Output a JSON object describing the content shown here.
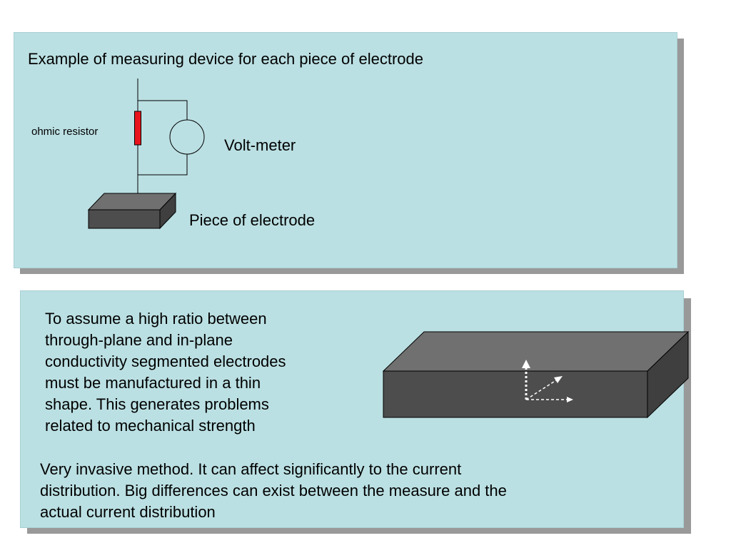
{
  "panel_top": {
    "title": "Example of measuring device for each piece of electrode",
    "resistor_label": "ohmic resistor",
    "voltmeter_label": "Volt-meter",
    "electrode_label": "Piece of electrode"
  },
  "panel_bottom": {
    "text_thin_shape": "To assume a high ratio between\nthrough-plane and in-plane\nconductivity segmented electrodes\nmust be manufactured in a thin\nshape. This generates problems\nrelated to mechanical strength",
    "text_invasive": "Very invasive method. It can affect significantly to the current\ndistribution. Big differences can exist between the measure and the\nactual current distribution"
  },
  "colors": {
    "panel_fill": "#bbe0e3",
    "panel_shadow": "#999999",
    "resistor": "#e8141b",
    "block_top": "#707070",
    "block_front": "#4d4d4d",
    "block_side": "#3f3f3f"
  }
}
